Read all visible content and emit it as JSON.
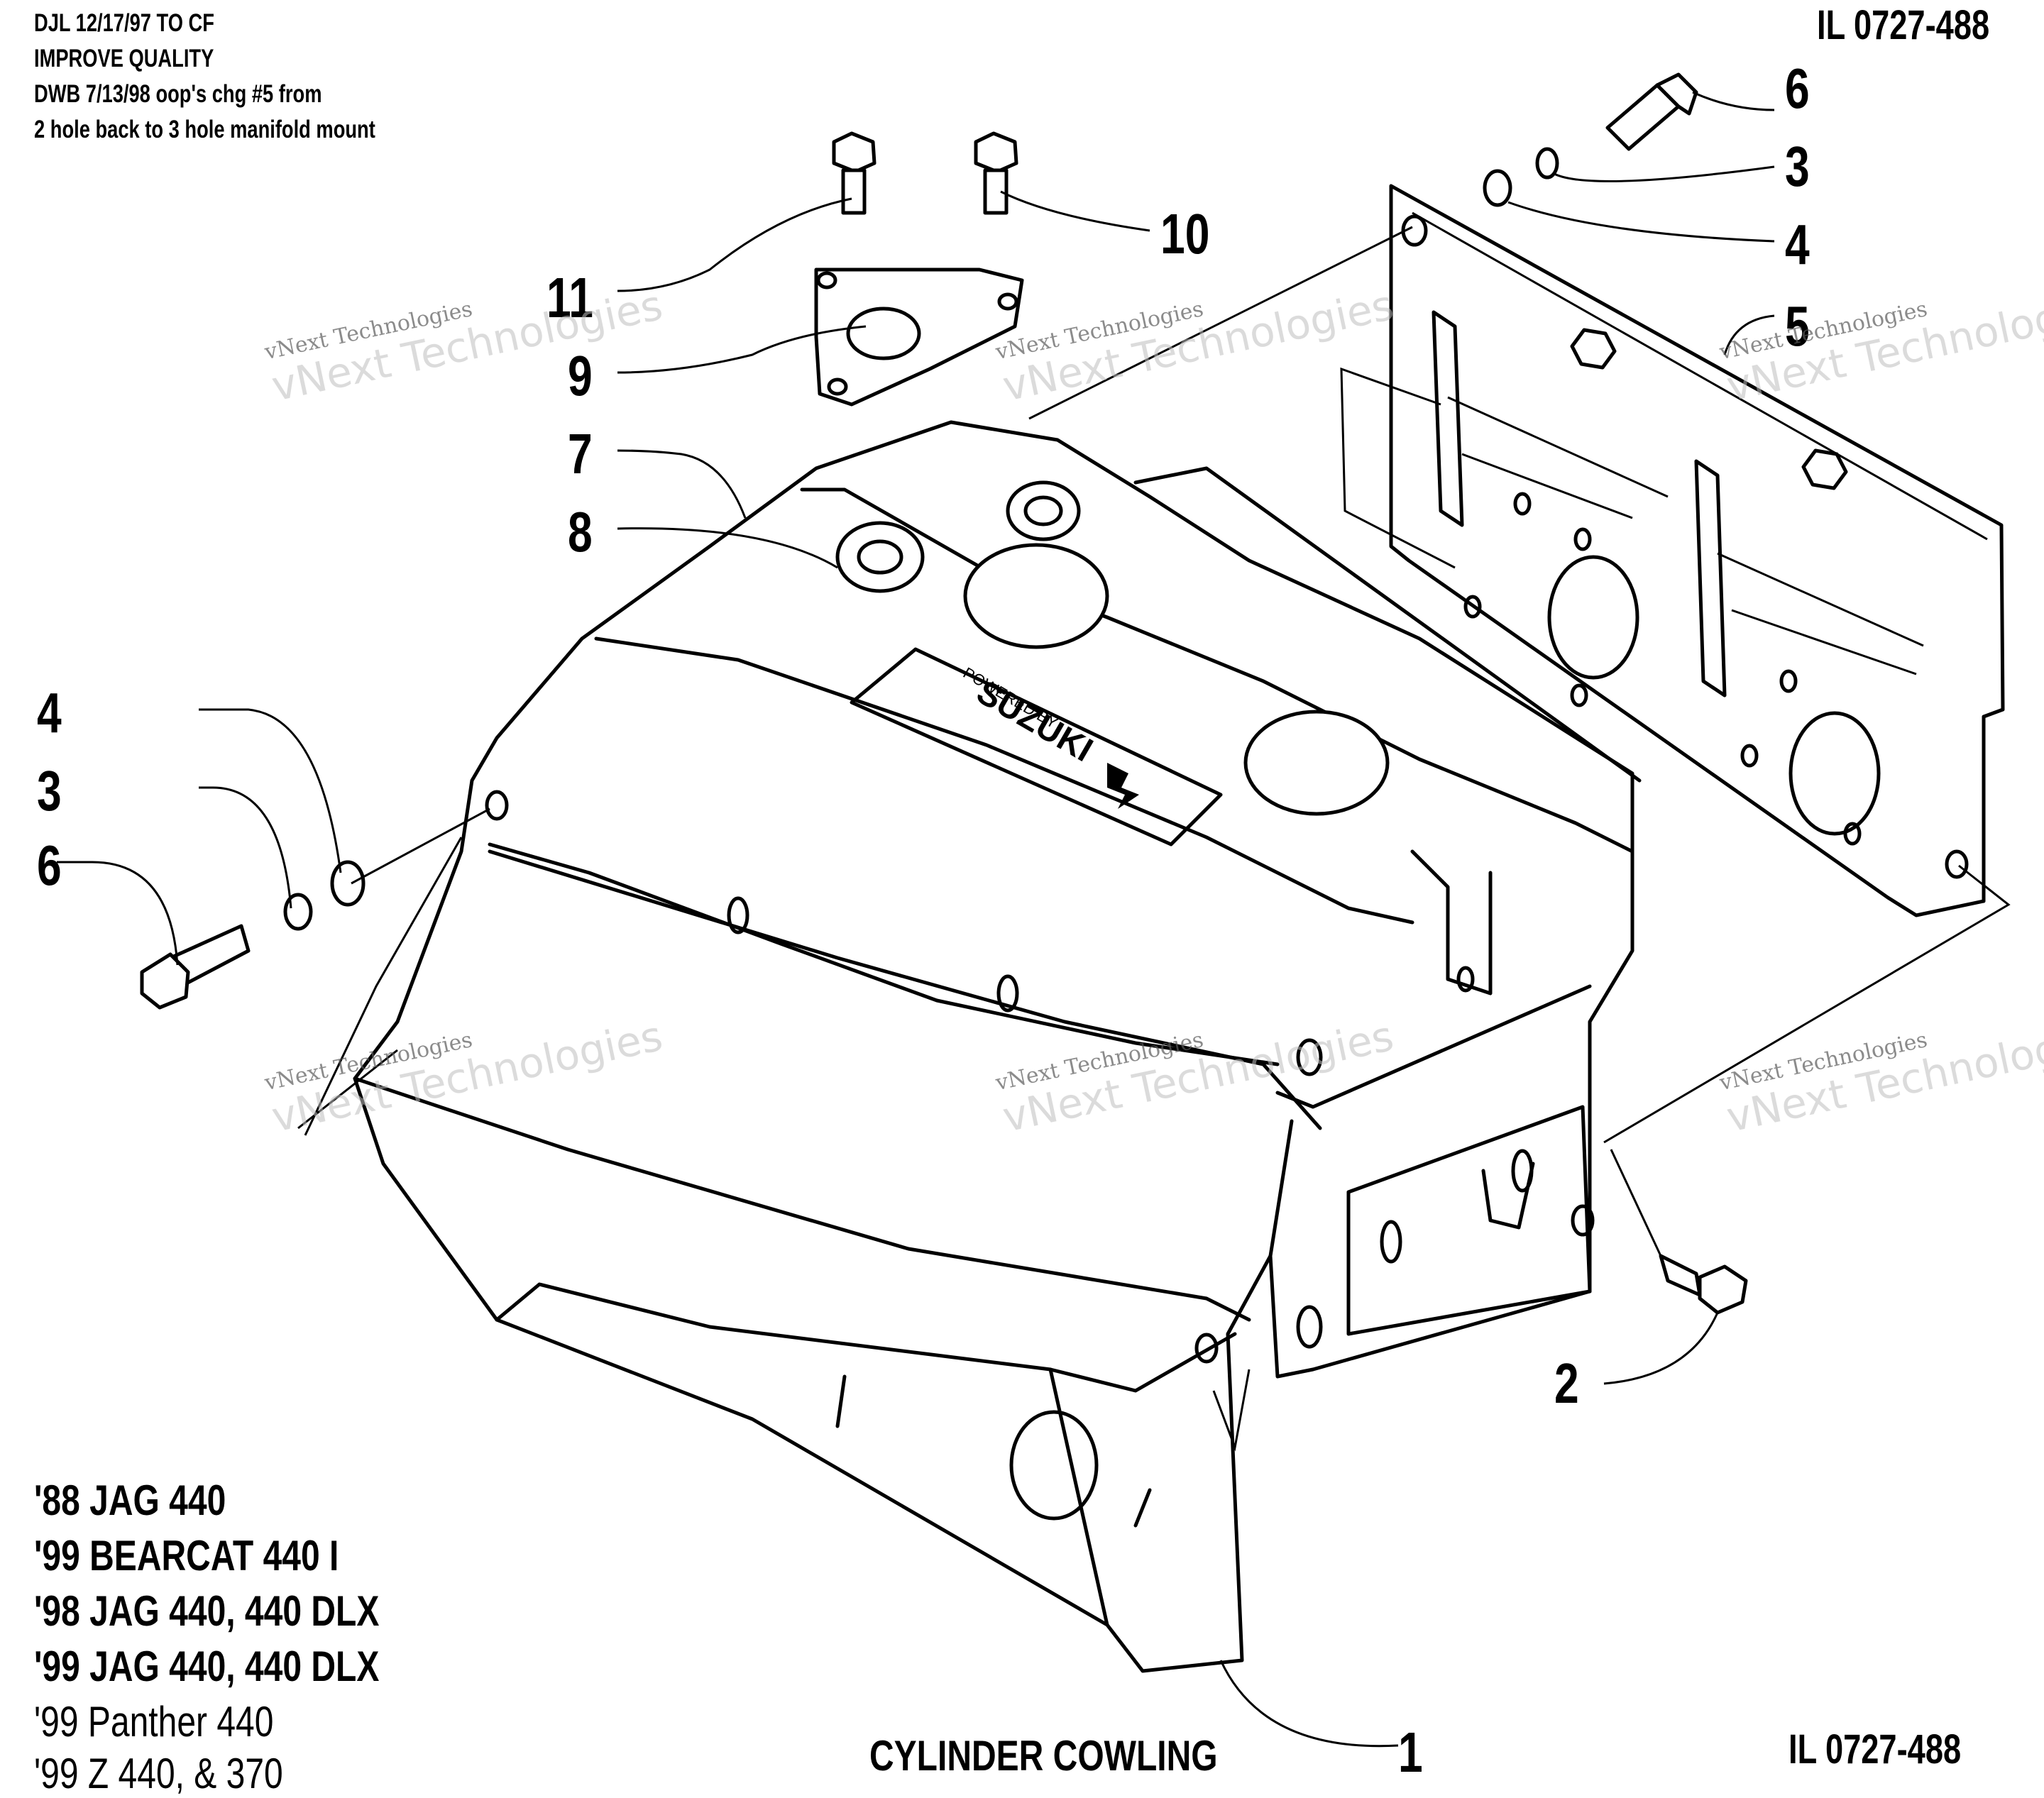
{
  "revision_notes": [
    "DJL 12/17/97 TO CF",
    "IMPROVE QUALITY",
    "DWB 7/13/98 oop's chg #5 from",
    "2 hole back to 3 hole manifold mount"
  ],
  "illustration_id_top": "IL 0727-488",
  "illustration_id_bottom": "IL 0727-488",
  "title": "CYLINDER COWLING",
  "models": [
    "'88 JAG 440",
    "'99 BEARCAT 440 I",
    "'98 JAG 440, 440 DLX",
    "'99 JAG 440, 440 DLX",
    "'99 Panther 440",
    "'99 Z 440, & 370"
  ],
  "callouts": {
    "c6_top": "6",
    "c3_top": "3",
    "c4_top": "4",
    "c5": "5",
    "c10": "10",
    "c11": "11",
    "c9": "9",
    "c7": "7",
    "c8": "8",
    "c4_left": "4",
    "c3_left": "3",
    "c6_left": "6",
    "c2": "2",
    "c1": "1"
  },
  "logo": {
    "brand": "SUZUKI",
    "tagline": "POWERED BY"
  },
  "watermark": {
    "line1": "vNext Technologies",
    "line2": "vNext Technologies"
  }
}
